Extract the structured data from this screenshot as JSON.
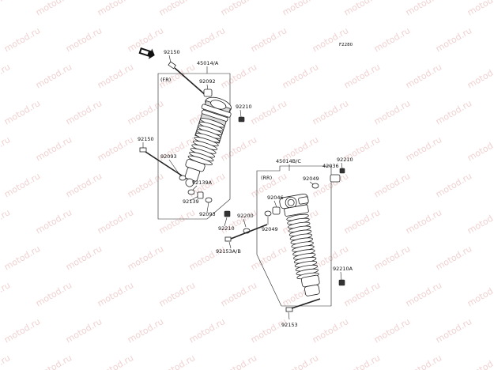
{
  "watermark": "motod.ru",
  "figure_code": "F2280",
  "front_label": "(FR)",
  "rear_label": "(RR)",
  "front_assembly": "45014/A",
  "rear_assembly": "45014B/C",
  "parts": {
    "p92150_top": "92150",
    "p92092": "92092",
    "p92210_front": "92210",
    "p92150_left": "92150",
    "p92093_a": "92093",
    "p92139A": "92139A",
    "p92139": "92139",
    "p92093_b": "92093",
    "p92210_front_b": "92210",
    "p92200": "92200",
    "p92153AB": "92153A/B",
    "p92210_rear": "92210",
    "p42036": "42036",
    "p92049_a": "92049",
    "p92046": "92046",
    "p92049_b": "92049",
    "p92210A": "92210A",
    "p92153": "92153"
  },
  "colors": {
    "watermark": "#f0d2d2",
    "ink": "#222222"
  }
}
